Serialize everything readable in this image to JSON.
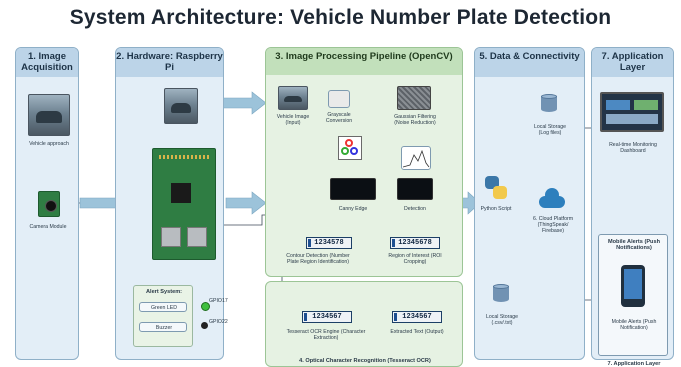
{
  "title": "System Architecture: Vehicle Number Plate Detection",
  "panels": {
    "acquisition": {
      "title": "1. Image Acquisition",
      "vehicle_label": "Vehicle approach",
      "camera_label": "Camera Module"
    },
    "hardware": {
      "title": "2. Hardware: Raspberry Pi",
      "alert": {
        "title": "Alert System:",
        "led": "Green LED",
        "buzzer": "Buzzer",
        "gpio_led": "GPIO17",
        "gpio_buzzer": "GPIO22"
      }
    },
    "pipeline": {
      "title": "3. Image Processing Pipeline (OpenCV)",
      "vehicle_image": "Vehicle Image (Input)",
      "grayscale": "Grayscale Conversion",
      "gaussian": "Gaussian Filtering (Noise Reduction)",
      "canny": "Canny Edge",
      "detection": "Detection",
      "contour": "Contour Detection (Number Plate Region Identification)",
      "roi": "Region of Interest (ROI Cropping)",
      "plate_text_1": "1234578",
      "plate_text_2": "12345678"
    },
    "ocr": {
      "title": "4. Optical Character Recognition (Tesseract OCR)",
      "tesseract": "Tesseract OCR Engine (Character Extraction)",
      "extracted": "Extracted Text (Output)",
      "plate_text_3": "1234567",
      "plate_text_4": "1234567"
    },
    "data": {
      "title": "5. Data & Connectivity",
      "local_storage_top": "Local Storage (Log files)",
      "python": "Python Script",
      "cloud": "6. Cloud Platform (ThingSpeak/ Firebase)",
      "local_storage_bottom": "Local Storage (.csv/.txt)"
    },
    "application": {
      "title": "7. Application Layer",
      "dashboard": "Real-time Monitoring Dashboard",
      "mobile_header": "Mobile Alerts (Push Notifications)",
      "mobile_label": "Mobile Alerts (Push Notification)",
      "footer": "7. Application Layer"
    }
  },
  "colors": {
    "panel_blue": "#e3eef7",
    "panel_green": "#e6f2e3",
    "arrow": "#8fb7cf",
    "line": "#3c4a57"
  }
}
